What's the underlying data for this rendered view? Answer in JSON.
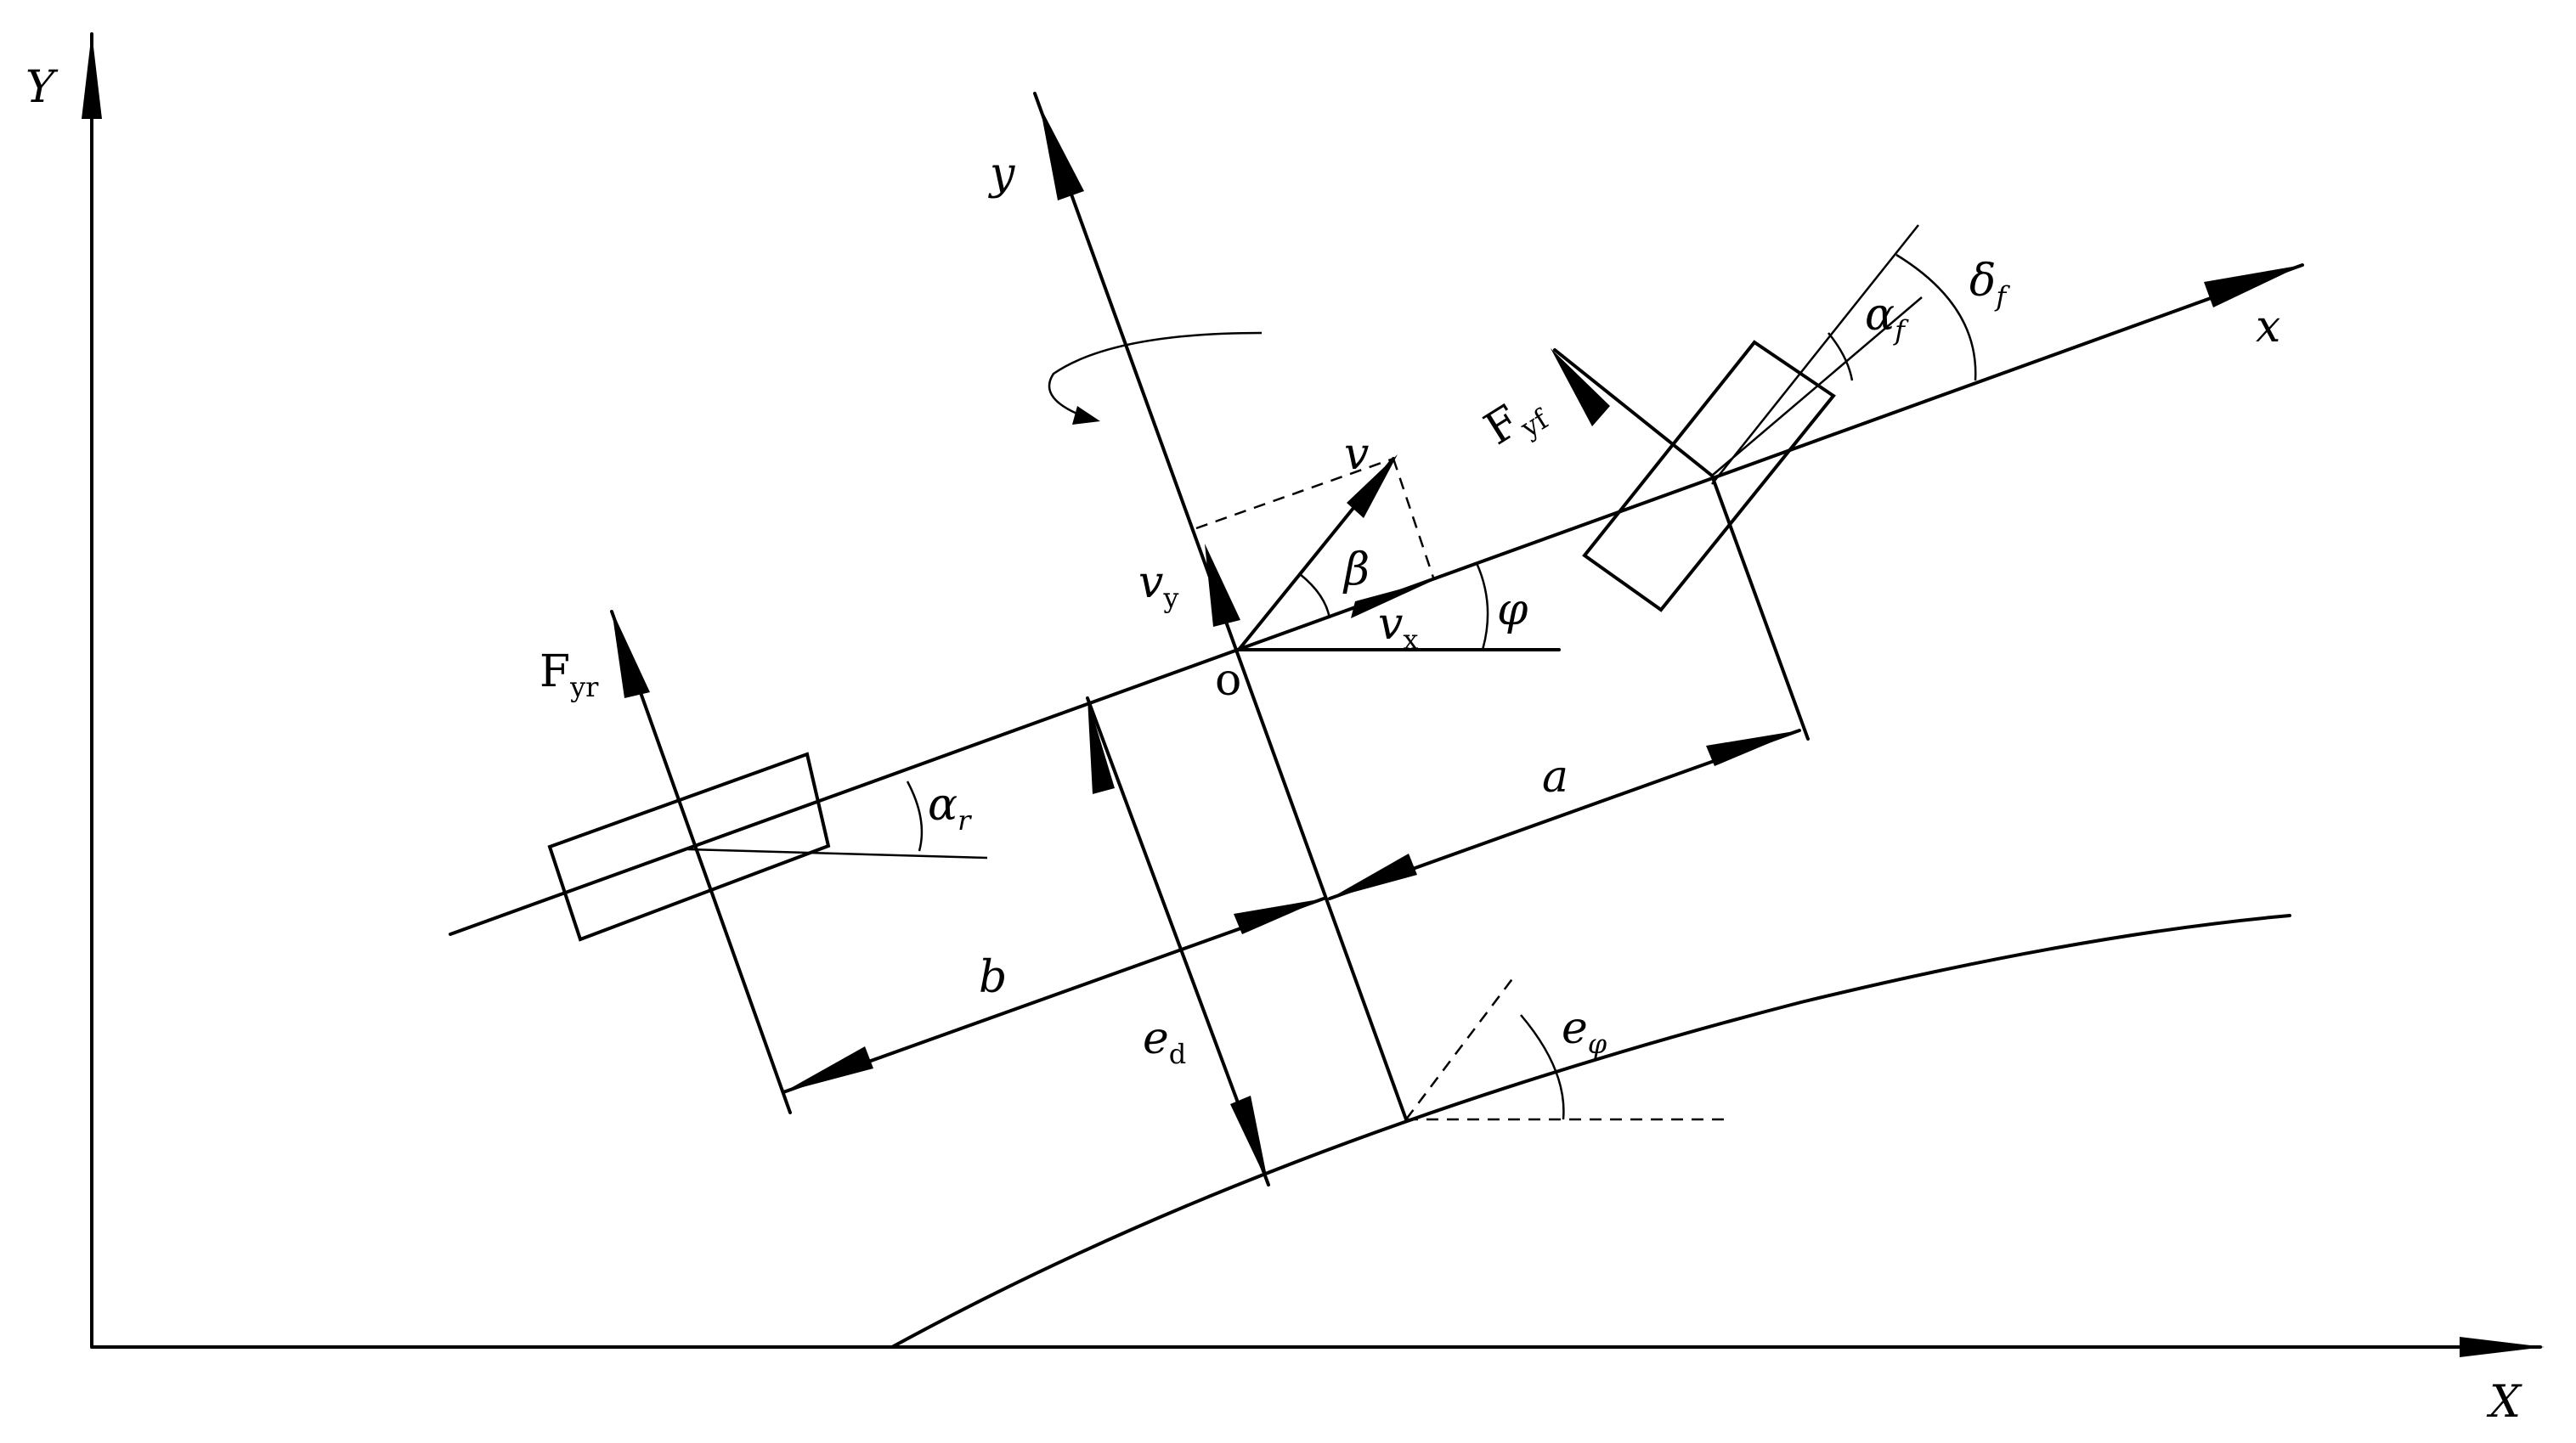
{
  "labels": {
    "Y_axis": "Y",
    "X_axis": "X",
    "y_body": "y",
    "x_body": "x",
    "v": "v",
    "v_y_main": "v",
    "v_y_sub": "y",
    "v_x_main": "v",
    "v_x_sub": "x",
    "beta": "β",
    "phi": "φ",
    "origin": "o",
    "F_yf_main": "F",
    "F_yf_sub": "yf",
    "F_yr_main": "F",
    "F_yr_sub": "yr",
    "alpha_f_main": "α",
    "alpha_f_sub": "f",
    "alpha_r_main": "α",
    "alpha_r_sub": "r",
    "delta_f_main": "δ",
    "delta_f_sub": "f",
    "a": "a",
    "b": "b",
    "e_d_main": "e",
    "e_d_sub": "d",
    "e_phi_main": "e",
    "e_phi_sub": "φ"
  }
}
